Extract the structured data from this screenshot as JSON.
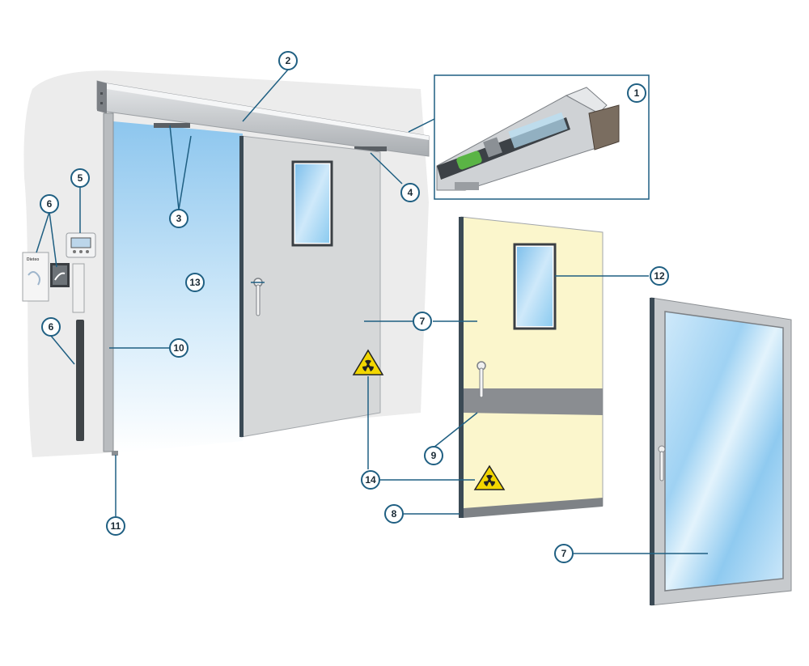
{
  "callouts": [
    {
      "label": "1"
    },
    {
      "label": "2"
    },
    {
      "label": "3"
    },
    {
      "label": "4"
    },
    {
      "label": "5"
    },
    {
      "label": "6"
    },
    {
      "label": "6"
    },
    {
      "label": "7"
    },
    {
      "label": "7"
    },
    {
      "label": "8"
    },
    {
      "label": "9"
    },
    {
      "label": "10"
    },
    {
      "label": "11"
    },
    {
      "label": "12"
    },
    {
      "label": "13"
    },
    {
      "label": "14"
    }
  ],
  "sensor_brand": "Dieteo",
  "colors": {
    "callout_stroke": "#1f5f82",
    "door_grey": "#d6d8d9",
    "door_cream": "#fbf6cc",
    "band_grey": "#8a8d91",
    "hazard_yellow": "#f2d600",
    "glass_blue": "#9fd2f3",
    "rail_grey": "#c2c5c8"
  },
  "icons": [
    "radiation-warning-icon",
    "radiation-warning-icon"
  ]
}
